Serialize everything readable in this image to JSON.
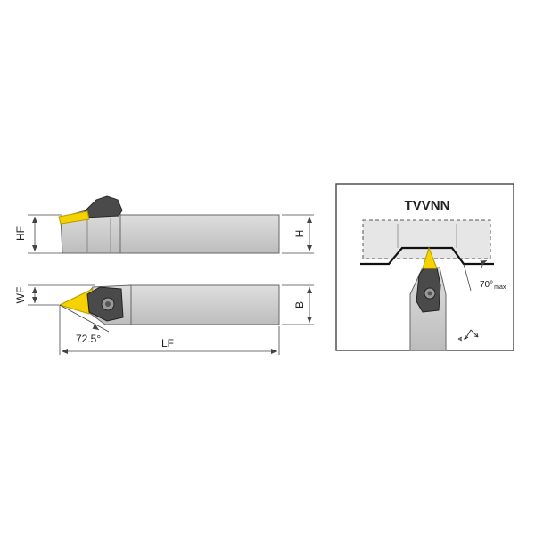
{
  "colors": {
    "holder_body": "#c9c9c9",
    "holder_edge": "#555555",
    "insert": "#f5d200",
    "insert_dark": "#e0b800",
    "clamp": "#4a4a4a",
    "dim_line": "#444444"
  },
  "side_view": {
    "label_hf": "HF",
    "label_h": "H"
  },
  "top_view": {
    "label_wf": "WF",
    "label_b": "B",
    "label_angle": "72.5°",
    "label_lf": "LF"
  },
  "detail_panel": {
    "title": "TVVNN",
    "angle_value": "70°",
    "angle_suffix": "max"
  }
}
